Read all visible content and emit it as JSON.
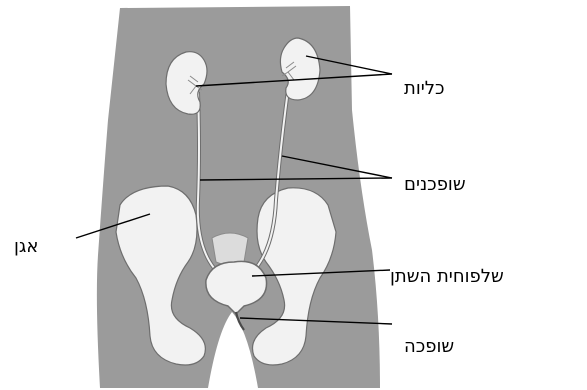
{
  "labels": {
    "kidneys": "כליות",
    "ureters": "שופכנים",
    "pelvis": "אגן",
    "bladder": "שלפוחית השתן",
    "urethra": "שופכה"
  },
  "colors": {
    "body": "#9b9b9b",
    "organ_fill": "#f2f2f2",
    "organ_stroke": "#6e6e6e",
    "leader_line": "#000000",
    "label_text": "#000000"
  }
}
